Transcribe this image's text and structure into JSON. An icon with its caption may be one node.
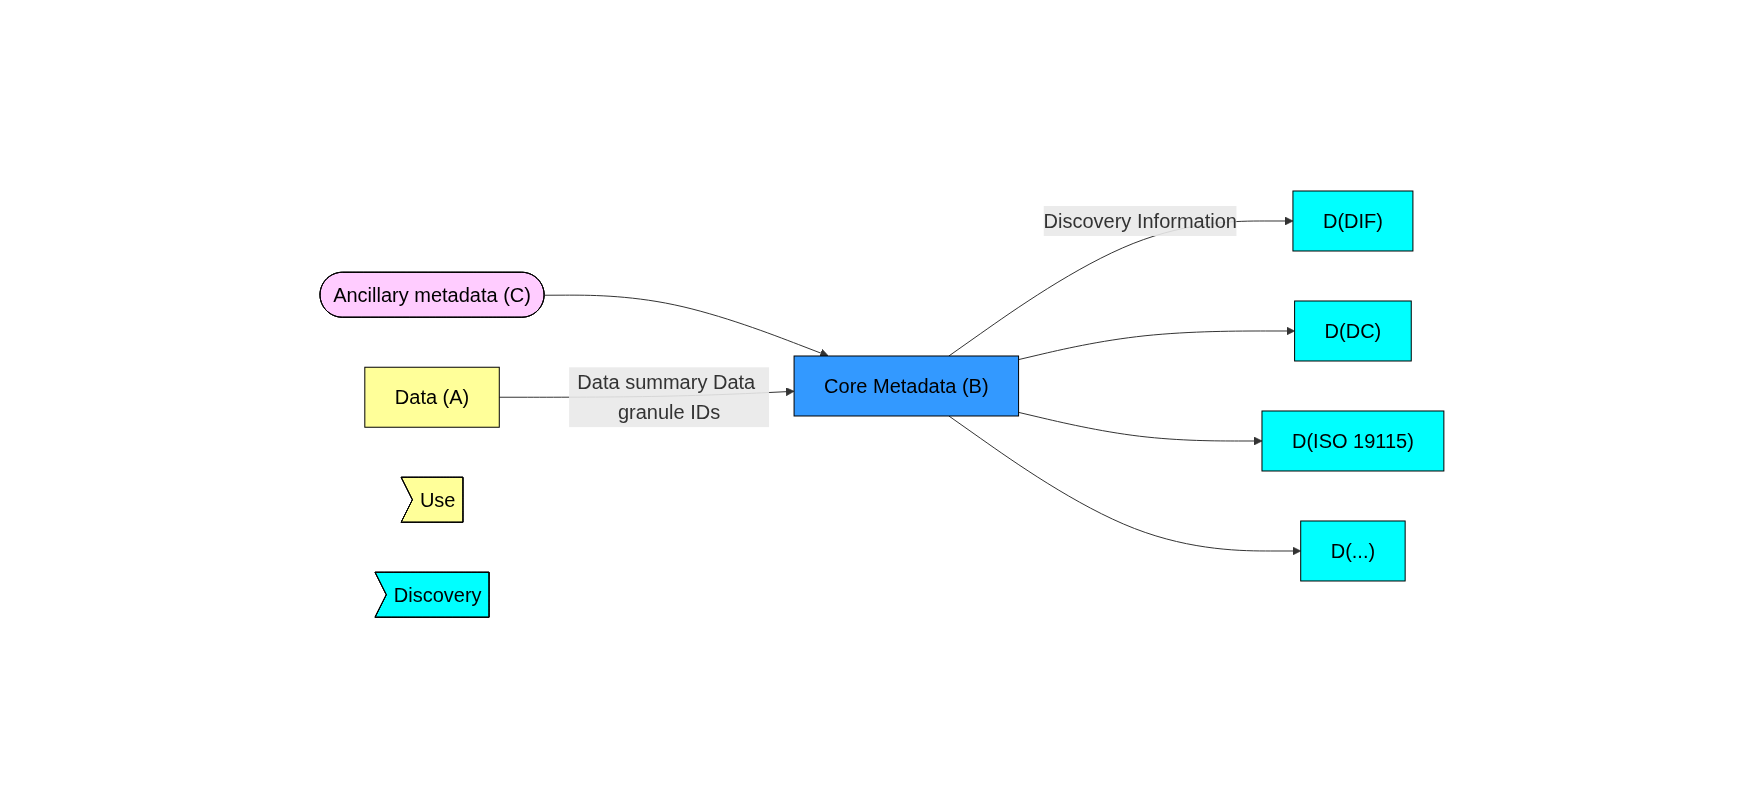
{
  "diagram": {
    "nodes": [
      {
        "text": [
          "Data (A)"
        ]
      },
      {
        "text": [
          "Ancillary metadata (C)"
        ]
      },
      {
        "text": [
          "Core Metadata (B)"
        ]
      },
      {
        "text": [
          "D(DIF)"
        ]
      },
      {
        "text": [
          "D(DC)"
        ]
      },
      {
        "text": [
          "D(ISO 19115)"
        ]
      },
      {
        "text": [
          "D(...)"
        ]
      },
      {
        "text": [
          "Use"
        ]
      },
      {
        "text": [
          "Discovery"
        ]
      }
    ],
    "edges": [
      {
        "from": 1,
        "to": 2,
        "arrow": "to"
      },
      {
        "from": 0,
        "to": 2,
        "arrow": "to",
        "label": "Data summary Data granule IDs"
      },
      {
        "from": 2,
        "to": 3,
        "arrow": "to",
        "label": "Discovery Information"
      },
      {
        "from": 2,
        "to": 4,
        "arrow": "to"
      },
      {
        "from": 2,
        "to": 5,
        "arrow": "to"
      },
      {
        "from": 2,
        "to": 6,
        "arrow": "to"
      }
    ]
  }
}
